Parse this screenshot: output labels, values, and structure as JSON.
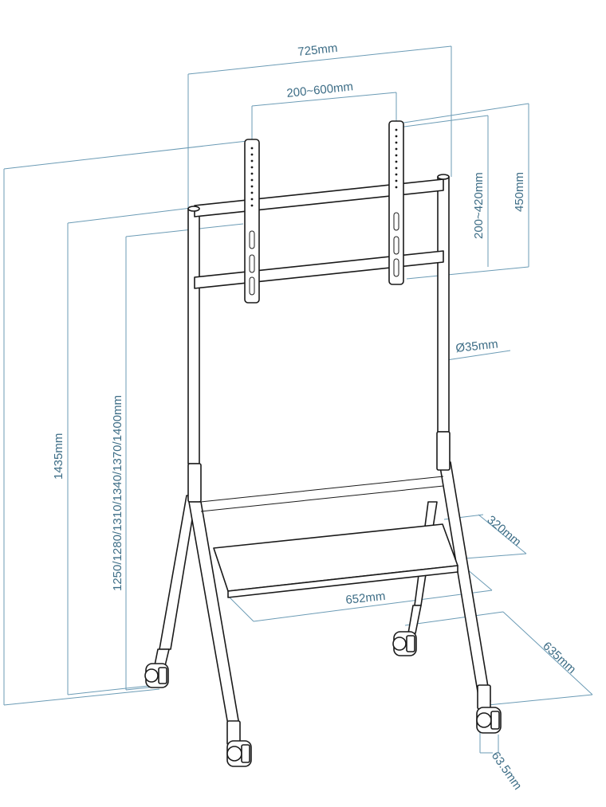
{
  "colors": {
    "dimension_line": "#6b9bb5",
    "dimension_text": "#3d6d86",
    "outline": "#1a1a1a"
  },
  "dimensions": {
    "overall_width": "725mm",
    "vesa_width": "200~600mm",
    "vesa_height": "200~420mm",
    "bracket_height": "450mm",
    "tube_diameter": "Ø35mm",
    "overall_height": "1435mm",
    "center_heights": "1250/1280/1310/1340/1370/1400mm",
    "shelf_depth": "320mm",
    "shelf_width": "652mm",
    "base_depth": "635mm",
    "caster_size": "63.5mm"
  }
}
